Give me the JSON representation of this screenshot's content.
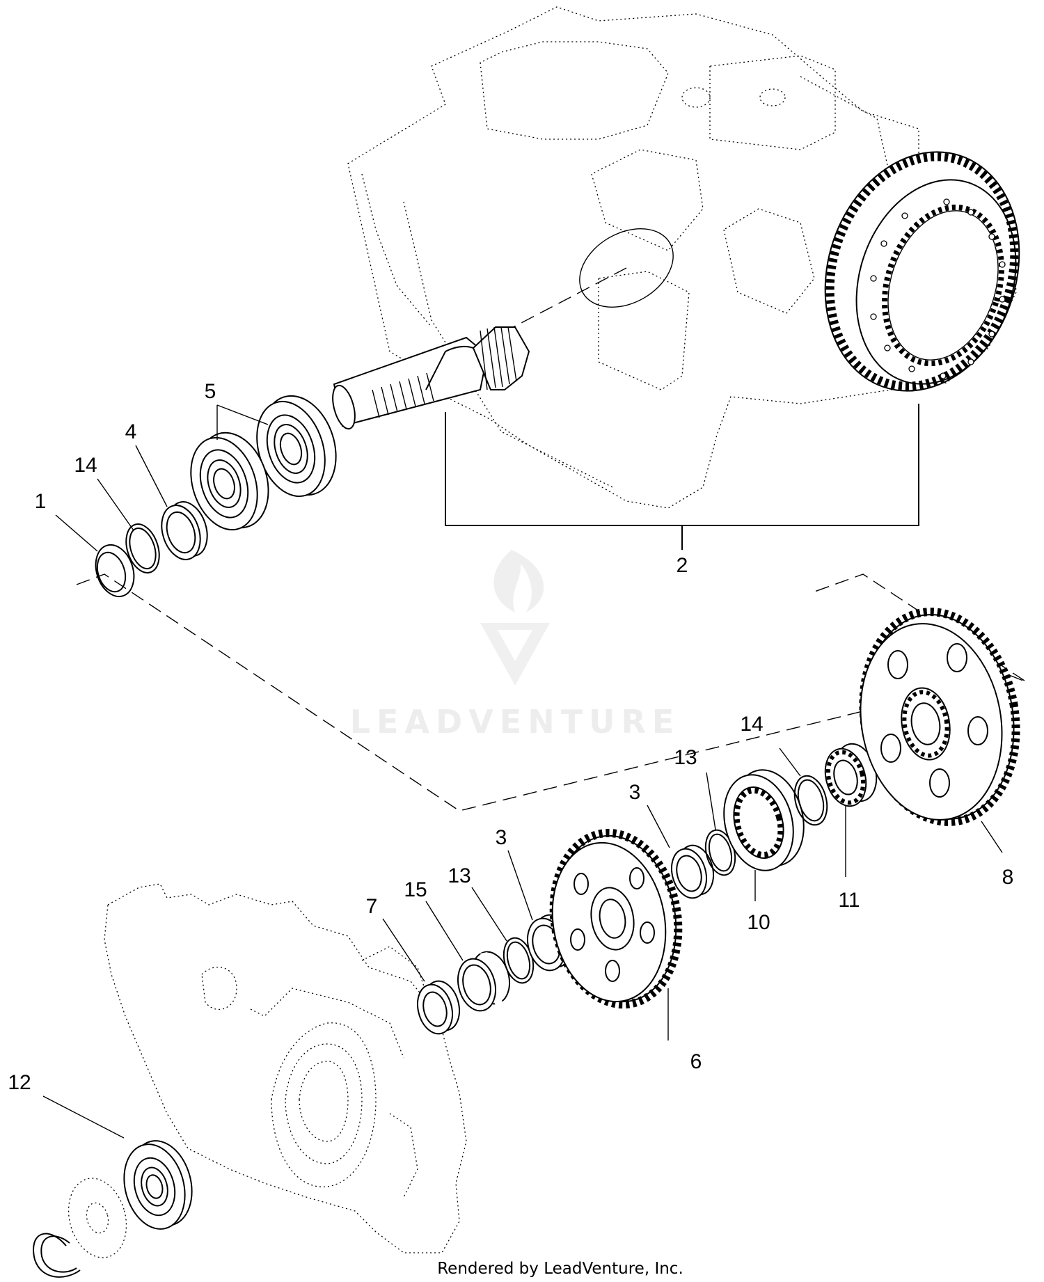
{
  "diagram": {
    "callouts": [
      {
        "id": "c1",
        "label": "1"
      },
      {
        "id": "c14a",
        "label": "14"
      },
      {
        "id": "c4",
        "label": "4"
      },
      {
        "id": "c5",
        "label": "5"
      },
      {
        "id": "c2",
        "label": "2"
      },
      {
        "id": "c12",
        "label": "12"
      },
      {
        "id": "c7",
        "label": "7"
      },
      {
        "id": "c15",
        "label": "15"
      },
      {
        "id": "c13a",
        "label": "13"
      },
      {
        "id": "c3a",
        "label": "3"
      },
      {
        "id": "c6",
        "label": "6"
      },
      {
        "id": "c3b",
        "label": "3"
      },
      {
        "id": "c13b",
        "label": "13"
      },
      {
        "id": "c10",
        "label": "10"
      },
      {
        "id": "c14b",
        "label": "14"
      },
      {
        "id": "c11",
        "label": "11"
      },
      {
        "id": "c8",
        "label": "8"
      }
    ],
    "watermark": "LEADVENTURE",
    "footer": "Rendered by LeadVenture, Inc."
  }
}
